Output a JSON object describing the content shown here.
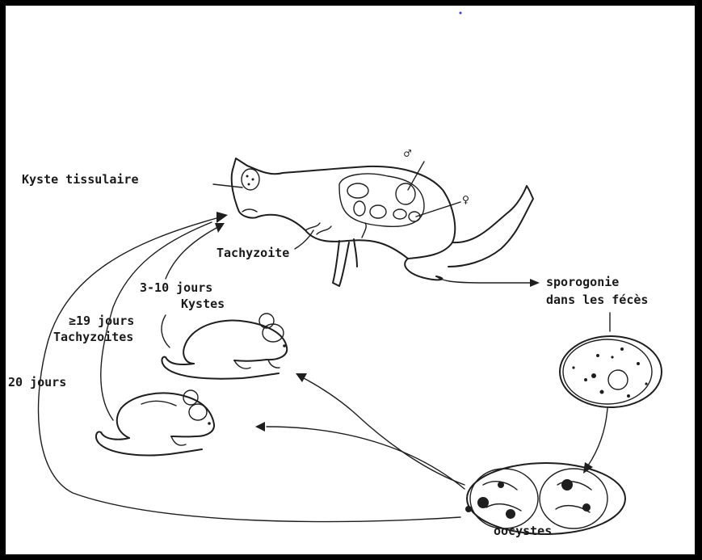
{
  "labels": {
    "kyste_tissulaire": "Kyste tissulaire",
    "tachyzoite": "Tachyzoite",
    "jours_3_10": "3-10 jours",
    "kystes": "Kystes",
    "jours_19": "≥19 jours",
    "tachyzoites": "Tachyzoites",
    "jours_20": "20 jours",
    "sporogonie": "sporogonie",
    "dans_les_feces": "dans les fécès",
    "oocystes": "oocystes",
    "male_symbol": "♂",
    "female_symbol": "♀"
  },
  "colors": {
    "ink": "#1e1e1e",
    "background": "#ffffff",
    "frame": "#000000"
  }
}
